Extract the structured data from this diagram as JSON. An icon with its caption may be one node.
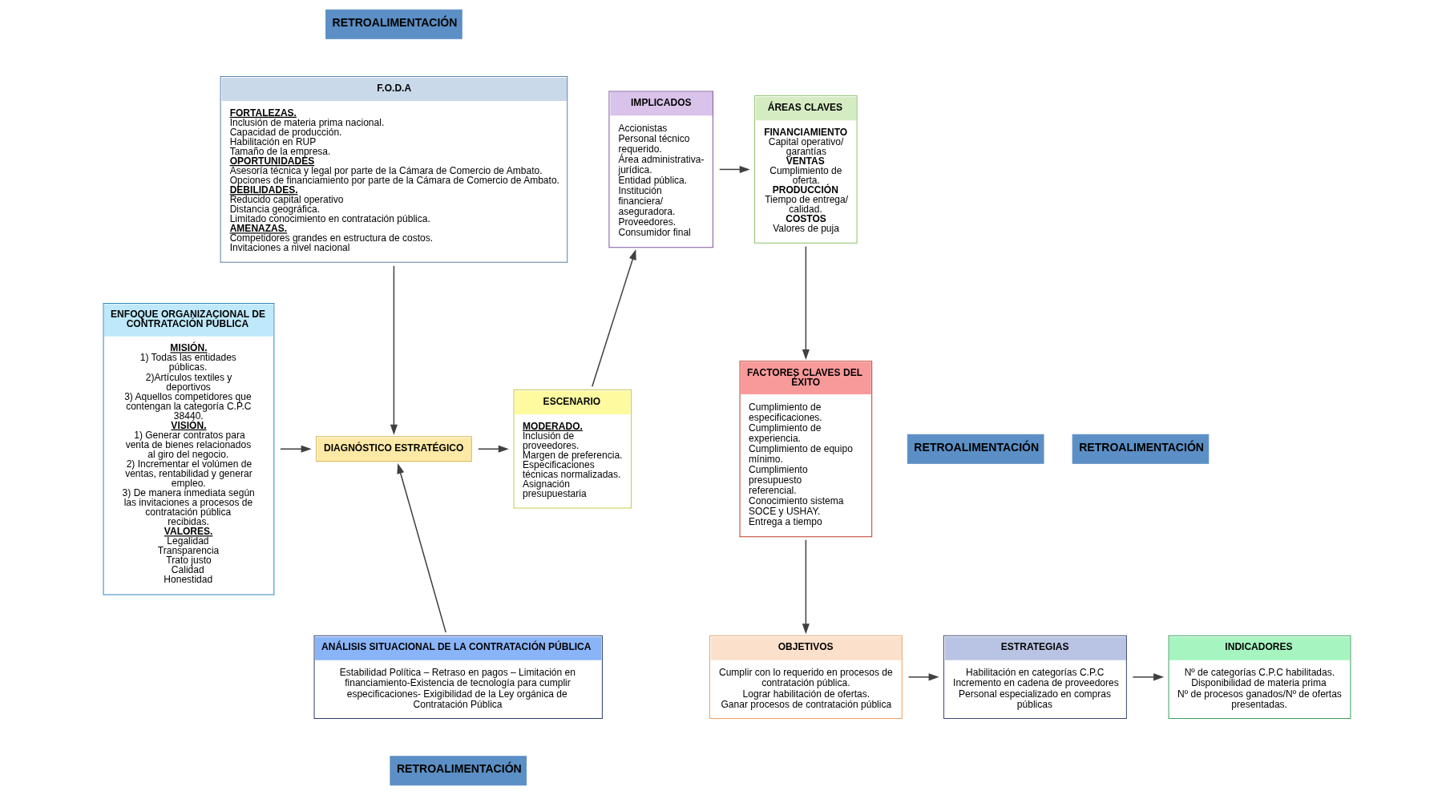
{
  "diagram": {
    "nodes": [
      {
        "text": [
          "ENFOQUE ORGANIZACIONAL DE CONTRATACIÓN PÚBLICA",
          "MISIÓN.",
          "1) Todas las entidades públicas.",
          "2)Artículos textiles y deportivos",
          "3) Aquellos competidores que contengan la categoría C.P.C 38440.",
          "VISIÓN.",
          "1) Generar contratos para venta de bienes relacionados al giro del negocio.",
          "2) Incrementar el volúmen de ventas, rentabilidad y generar empleo.",
          "3) De manera inmediata según las invitaciones a procesos de contratación pública recibidas.",
          "VALORES.",
          "Legalidad",
          "Transparencia",
          "Trato justo",
          "Calidad",
          "Honestidad"
        ]
      },
      {
        "text": [
          "F.O.D.A",
          "FORTALEZAS.",
          "Inclusión de materia prima nacional.",
          "Capacidad de producción.",
          "Habilitación en RUP",
          "Tamaño de la empresa.",
          "OPORTUNIDADES",
          "Asesoría técnica y legal por parte de la Cámara de Comercio de Ambato.",
          "Opciones de financiamiento por parte de la Cámara de Comercio de Ambato.",
          "DEBILIDADES.",
          "Reducido capital operativo",
          "Distancia geográfica.",
          "Limitado conocimiento en contratación pública.",
          "AMENAZAS.",
          "Competidores grandes en estructura de costos.",
          "Invitaciones a nivel nacional"
        ]
      },
      {
        "text": [
          "IMPLICADOS",
          "Accionistas",
          "Personal técnico requerido.",
          "Área administrativa-jurídica.",
          "Entidad pública.",
          "Institución financiera/ aseguradora.",
          "Proveedores.",
          "Consumidor final"
        ]
      },
      {
        "text": [
          "ÁREAS CLAVES",
          "FINANCIAMIENTO",
          "Capital operativo/ garantías",
          "VENTAS",
          "Cumplimiento de oferta.",
          "PRODUCCIÓN",
          "Tiempo de entrega/ calidad.",
          "COSTOS",
          "Valores de puja"
        ]
      },
      {
        "text": [
          "DIAGNÓSTICO ESTRATÉGICO"
        ]
      },
      {
        "text": [
          "ESCENARIO",
          "MODERADO.",
          "Inclusión de proveedores.",
          "Margen de preferencia.",
          "Especificaciones técnicas normalizadas.",
          "Asignación presupuestaria"
        ]
      },
      {
        "text": [
          "FACTORES CLAVES DEL ÉXITO",
          "Cumplimiento de especificaciones.",
          "Cumplimiento de experiencia.",
          "Cumplimiento de equipo mínimo.",
          "Cumplimiento presupuesto referencial.",
          "Conocimiento sistema SOCE y USHAY.",
          "Entrega a tiempo"
        ]
      },
      {
        "text": [
          "ANÁLISIS SITUACIONAL DE LA CONTRATACIÓN PÚBLICA",
          "Estabilidad Política – Retraso en pagos – Limitación en financiamiento-Existencia de tecnología para cumplir especificaciones- Exigibilidad de la Ley orgánica de Contratación Pública"
        ]
      },
      {
        "text": [
          "OBJETIVOS",
          "Cumplir con lo requerido en procesos de contratación pública.",
          "Lograr habilitación de ofertas.",
          "Ganar procesos de contratación pública"
        ]
      },
      {
        "text": [
          "ESTRATEGIAS",
          "Habilitación en categorías C.P.C",
          "Incremento en cadena de proveedores",
          "Personal especializado en compras públicas"
        ]
      },
      {
        "text": [
          "INDICADORES",
          "Nº de categorías C.P.C habilitadas.",
          "Disponibilidad de materia prima",
          "Nº de procesos ganados/Nº de ofertas presentadas."
        ]
      }
    ],
    "edges": [
      {
        "from": 0,
        "to": 4,
        "arrow": "to"
      },
      {
        "from": 1,
        "to": 4,
        "arrow": "to"
      },
      {
        "from": 7,
        "to": 4,
        "arrow": "to"
      },
      {
        "from": 4,
        "to": 5,
        "arrow": "to"
      },
      {
        "from": 5,
        "to": 2,
        "arrow": "to"
      },
      {
        "from": 2,
        "to": 3,
        "arrow": "to"
      },
      {
        "from": 3,
        "to": 6,
        "arrow": "to"
      },
      {
        "from": 6,
        "to": 8,
        "arrow": "to"
      },
      {
        "from": 8,
        "to": 9,
        "arrow": "to"
      },
      {
        "from": 9,
        "to": 10,
        "arrow": "to"
      }
    ],
    "labels": [
      "RETROALIMENTACIÓN",
      "RETROALIMENTACIÓN",
      "RETROALIMENTACIÓN",
      "RETROALIMENTACIÓN"
    ]
  }
}
